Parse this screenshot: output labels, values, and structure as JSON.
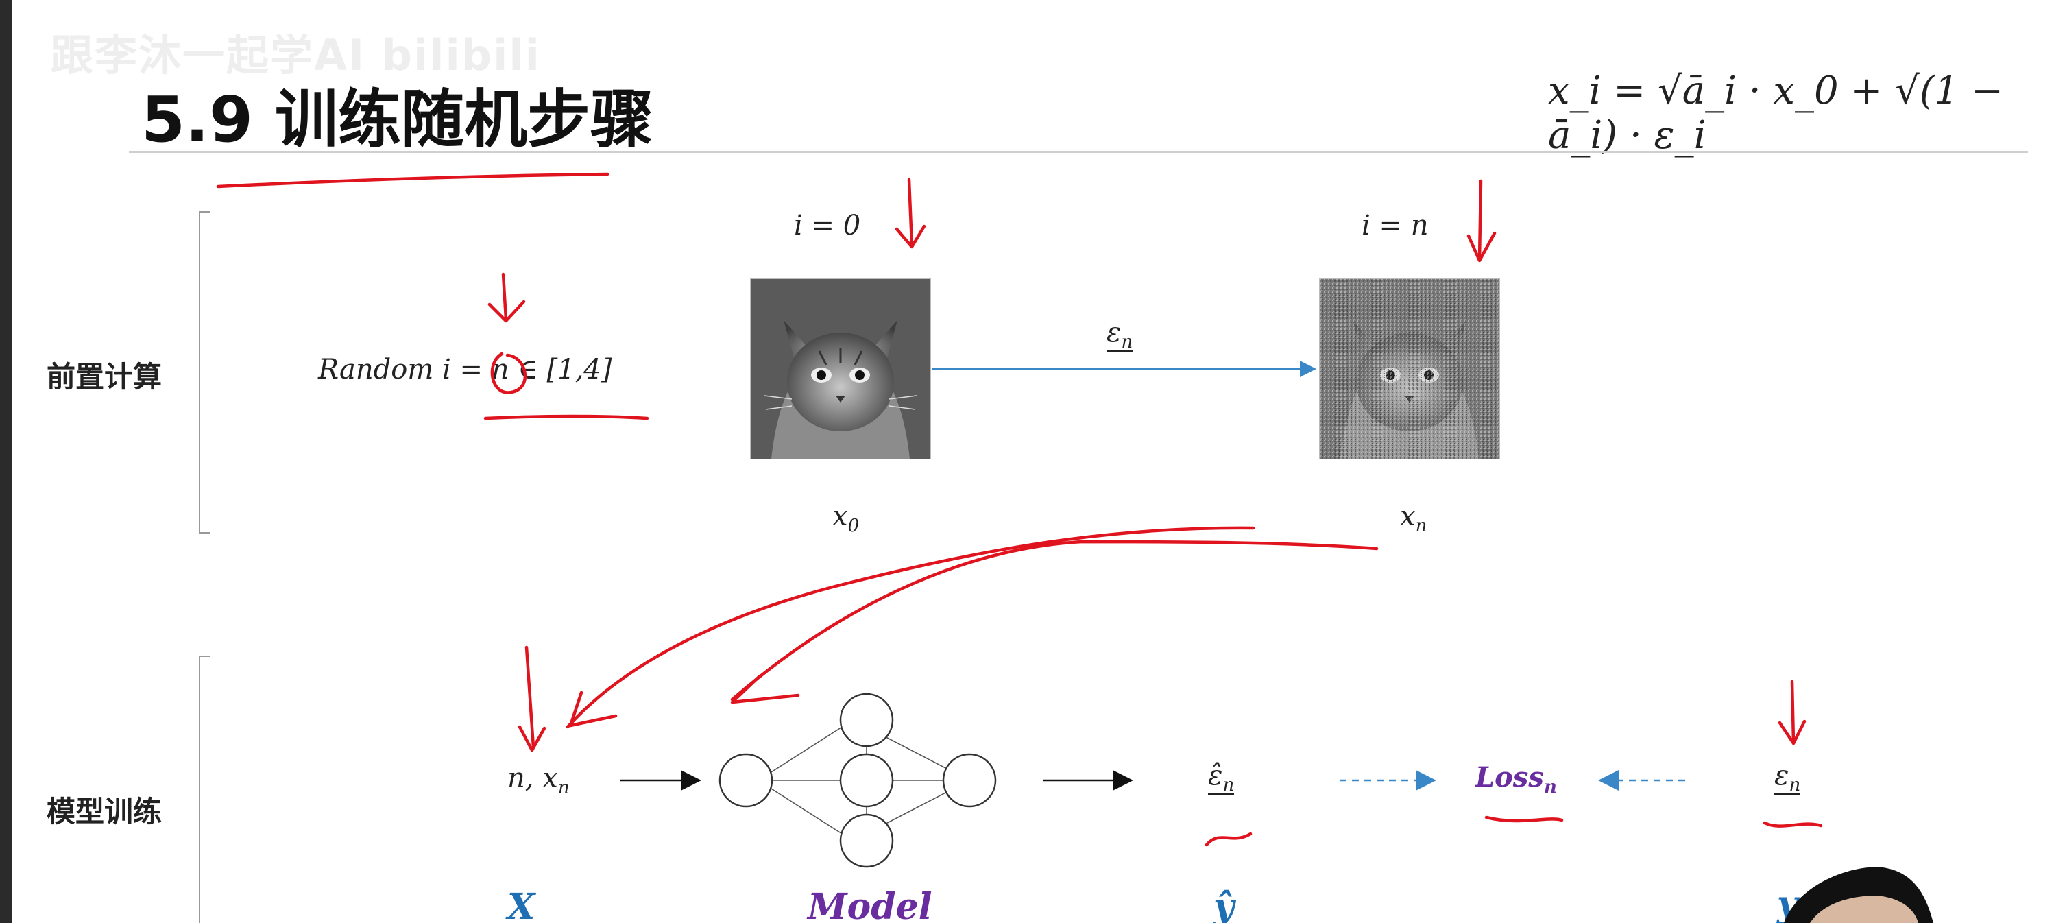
{
  "watermark": "跟李沐一起学AI bilibili",
  "header": {
    "title": "5.9  训练随机步骤",
    "formula": "x_i = √ā_i · x_0 + √(1 − ā_i) · ε_i"
  },
  "forward_section": {
    "label": "前置计算",
    "random_text": "Random i = n ∈ [1,4]",
    "step_start_label": "i  =  0",
    "step_end_label": "i  = n",
    "noise_label": "ε",
    "noise_sub": "n",
    "x0_label": "x",
    "x0_sub": "0",
    "xn_label": "x",
    "xn_sub": "n"
  },
  "training_section": {
    "label": "模型训练",
    "input_text": "n, x",
    "input_sub": "n",
    "prediction_label": "ε̂",
    "prediction_sub": "n",
    "loss_label": "Loss",
    "loss_sub": "n",
    "target_label": "ε",
    "target_sub": "n",
    "X_label": "X",
    "model_label": "Model",
    "yhat_label": "ŷ",
    "y_label": "y"
  },
  "colors": {
    "annotation_red": "#e0141e",
    "blue_label": "#1e6fb3",
    "purple_label": "#6a2da0",
    "arrow_blue": "#3a87c8"
  },
  "icons": [
    "cat-image",
    "noisy-cat-image",
    "neural-network-icon",
    "presenter-avatar"
  ]
}
